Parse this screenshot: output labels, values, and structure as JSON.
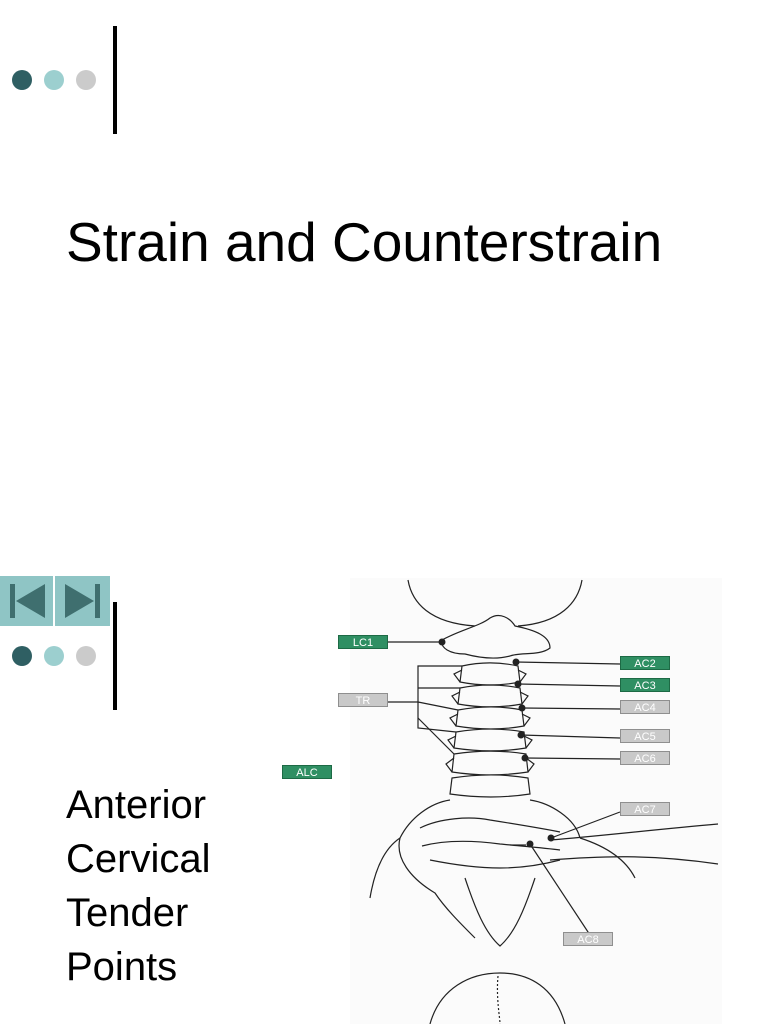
{
  "slide1": {
    "title": "Strain and Counterstrain"
  },
  "slide2": {
    "title_lines": [
      "Anterior",
      "Cervical",
      "Tender",
      "Points"
    ],
    "nav": {
      "prev_icon": "skip-back-icon",
      "next_icon": "skip-forward-icon"
    },
    "labels": {
      "lc1": "LC1",
      "tr": "TR",
      "alc": "ALC",
      "ac2": "AC2",
      "ac3": "AC3",
      "ac4": "AC4",
      "ac5": "AC5",
      "ac6": "AC6",
      "ac7": "AC7",
      "ac8": "AC8"
    }
  },
  "colors": {
    "dot_dark": "#2f5f63",
    "dot_light": "#9ccfcf",
    "dot_grey": "#cbcbcb",
    "nav_bg": "#8fc5c5",
    "label_green": "#2f8f63",
    "label_grey": "#c9c9c9"
  }
}
